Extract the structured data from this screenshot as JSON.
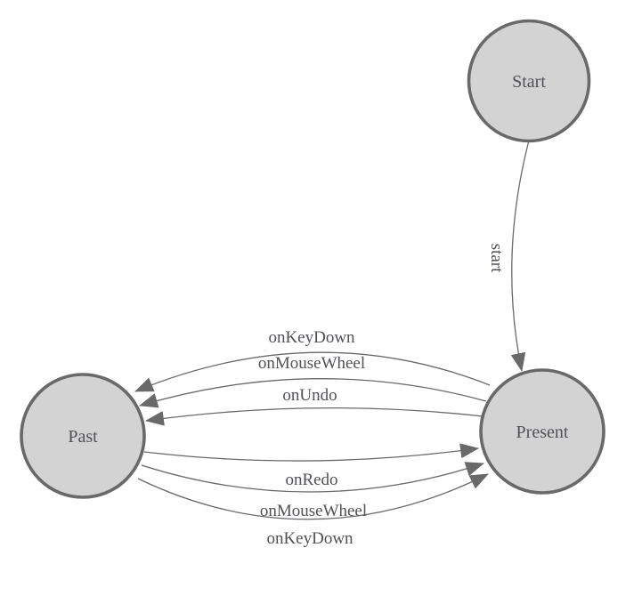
{
  "diagram": {
    "type": "state-machine",
    "colors": {
      "background": "#ffffff",
      "node_fill": "#d3d3d3",
      "node_stroke": "#696969",
      "edge_stroke": "#696969",
      "arrow_fill": "#696969",
      "text": "#515157"
    },
    "nodes": {
      "start": {
        "label": "Start"
      },
      "present": {
        "label": "Present"
      },
      "past": {
        "label": "Past"
      }
    },
    "edges": {
      "start_to_present": {
        "from": "Start",
        "to": "Present",
        "label": "start"
      },
      "present_to_past": [
        {
          "from": "Present",
          "to": "Past",
          "label": "onKeyDown"
        },
        {
          "from": "Present",
          "to": "Past",
          "label": "onMouseWheel"
        },
        {
          "from": "Present",
          "to": "Past",
          "label": "onUndo"
        }
      ],
      "past_to_present": [
        {
          "from": "Past",
          "to": "Present",
          "label": "onRedo"
        },
        {
          "from": "Past",
          "to": "Present",
          "label": "onMouseWheel"
        },
        {
          "from": "Past",
          "to": "Present",
          "label": "onKeyDown"
        }
      ]
    }
  }
}
